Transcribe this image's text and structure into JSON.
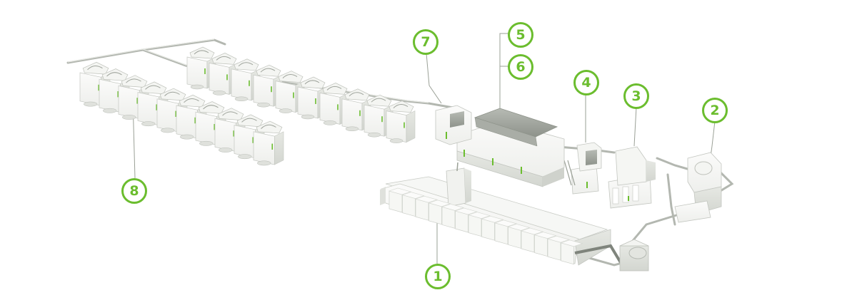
{
  "accent_color": "#6bbd2e",
  "machine_color": "#eceeea",
  "callouts": [
    {
      "id": "1",
      "label": "1"
    },
    {
      "id": "2",
      "label": "2"
    },
    {
      "id": "3",
      "label": "3"
    },
    {
      "id": "4",
      "label": "4"
    },
    {
      "id": "5",
      "label": "5"
    },
    {
      "id": "6",
      "label": "6"
    },
    {
      "id": "7",
      "label": "7"
    },
    {
      "id": "8",
      "label": "8"
    }
  ]
}
